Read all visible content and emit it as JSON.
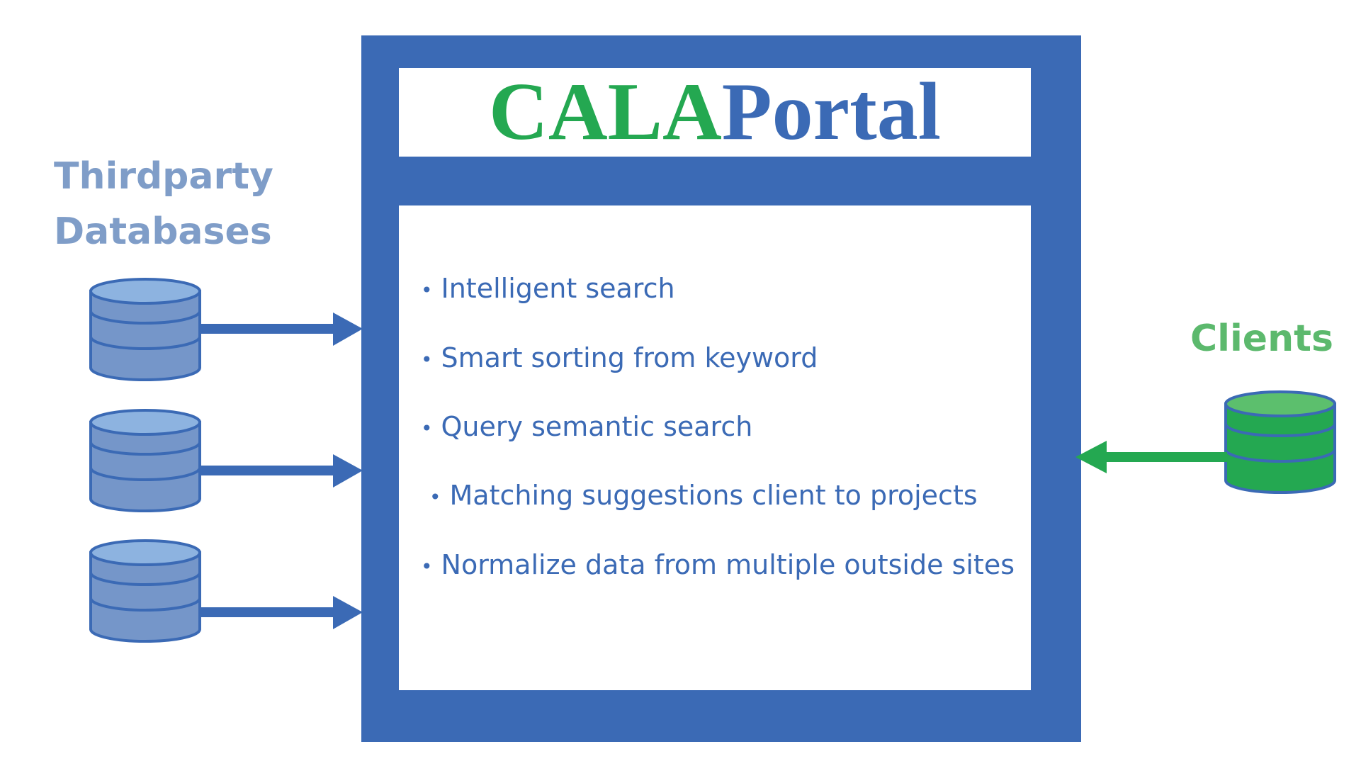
{
  "left_heading": [
    "Thirdparty",
    "Databases"
  ],
  "right_heading": "Clients",
  "portal": {
    "title_part_a": "CALA",
    "title_part_b": "Portal",
    "features": [
      "Intelligent search",
      "Smart sorting from keyword",
      "Query semantic search",
      "Matching suggestions client to projects",
      "Normalize data from multiple outside sites"
    ]
  },
  "colors": {
    "frame_blue": "#3b6ab5",
    "label_blue": "#7f9dc8",
    "db_blue_fill": "#7596c9",
    "db_blue_top": "#8db3e0",
    "db_blue_stroke": "#3b6ab5",
    "brand_green": "#24a851",
    "label_green": "#5cb96d",
    "db_green_fill": "#24a851",
    "db_green_top": "#5cbf6d",
    "db_green_stroke": "#3b6ab5"
  },
  "icons": {
    "thirdparty_db": "database-icon",
    "client_db": "database-icon",
    "arrow_in": "arrow-right-icon",
    "arrow_client": "arrow-left-icon"
  }
}
